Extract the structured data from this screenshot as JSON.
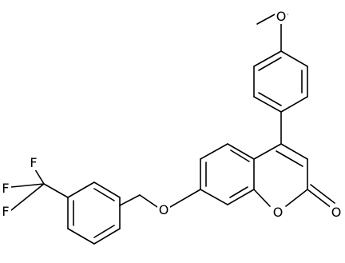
{
  "molecule": {
    "atoms": {
      "methoxy_o": "O",
      "ether_o": "O",
      "ring_o": "O",
      "carbonyl_o": "O",
      "f1": "F",
      "f2": "F",
      "f3": "F"
    }
  }
}
